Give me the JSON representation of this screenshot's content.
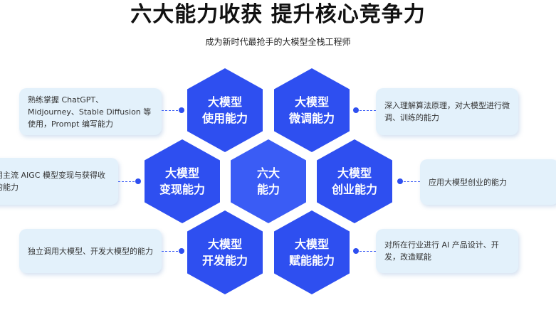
{
  "header": {
    "title": "六大能力收获  提升核心竞争力",
    "subtitle": "成为新时代最抢手的大模型全栈工程师"
  },
  "hexagons": {
    "usage": {
      "line1": "大模型",
      "line2": "使用能力"
    },
    "finetune": {
      "line1": "大模型",
      "line2": "微调能力"
    },
    "monetize": {
      "line1": "大模型",
      "line2": "变现能力"
    },
    "center": {
      "line1": "六大",
      "line2": "能力"
    },
    "startup": {
      "line1": "大模型",
      "line2": "创业能力"
    },
    "develop": {
      "line1": "大模型",
      "line2": "开发能力"
    },
    "empower": {
      "line1": "大模型",
      "line2": "赋能能力"
    }
  },
  "cards": {
    "usage": "熟练掌握 ChatGPT、Midjourney、Stable Diffusion 等使用，Prompt 编写能力",
    "finetune": "深入理解算法原理，对大模型进行微调、训练的能力",
    "monetize": "利用主流 AIGC 模型变现与获得收益的能力",
    "startup": "应用大模型创业的能力",
    "develop": "独立调用大模型、开发大模型的能力",
    "empower": "对所在行业进行 AI 产品设计、开发，改造赋能"
  },
  "colors": {
    "hexagon": "#2e4ff0",
    "card_background": "#e3f1fb",
    "connector": "#3a5cf5"
  }
}
